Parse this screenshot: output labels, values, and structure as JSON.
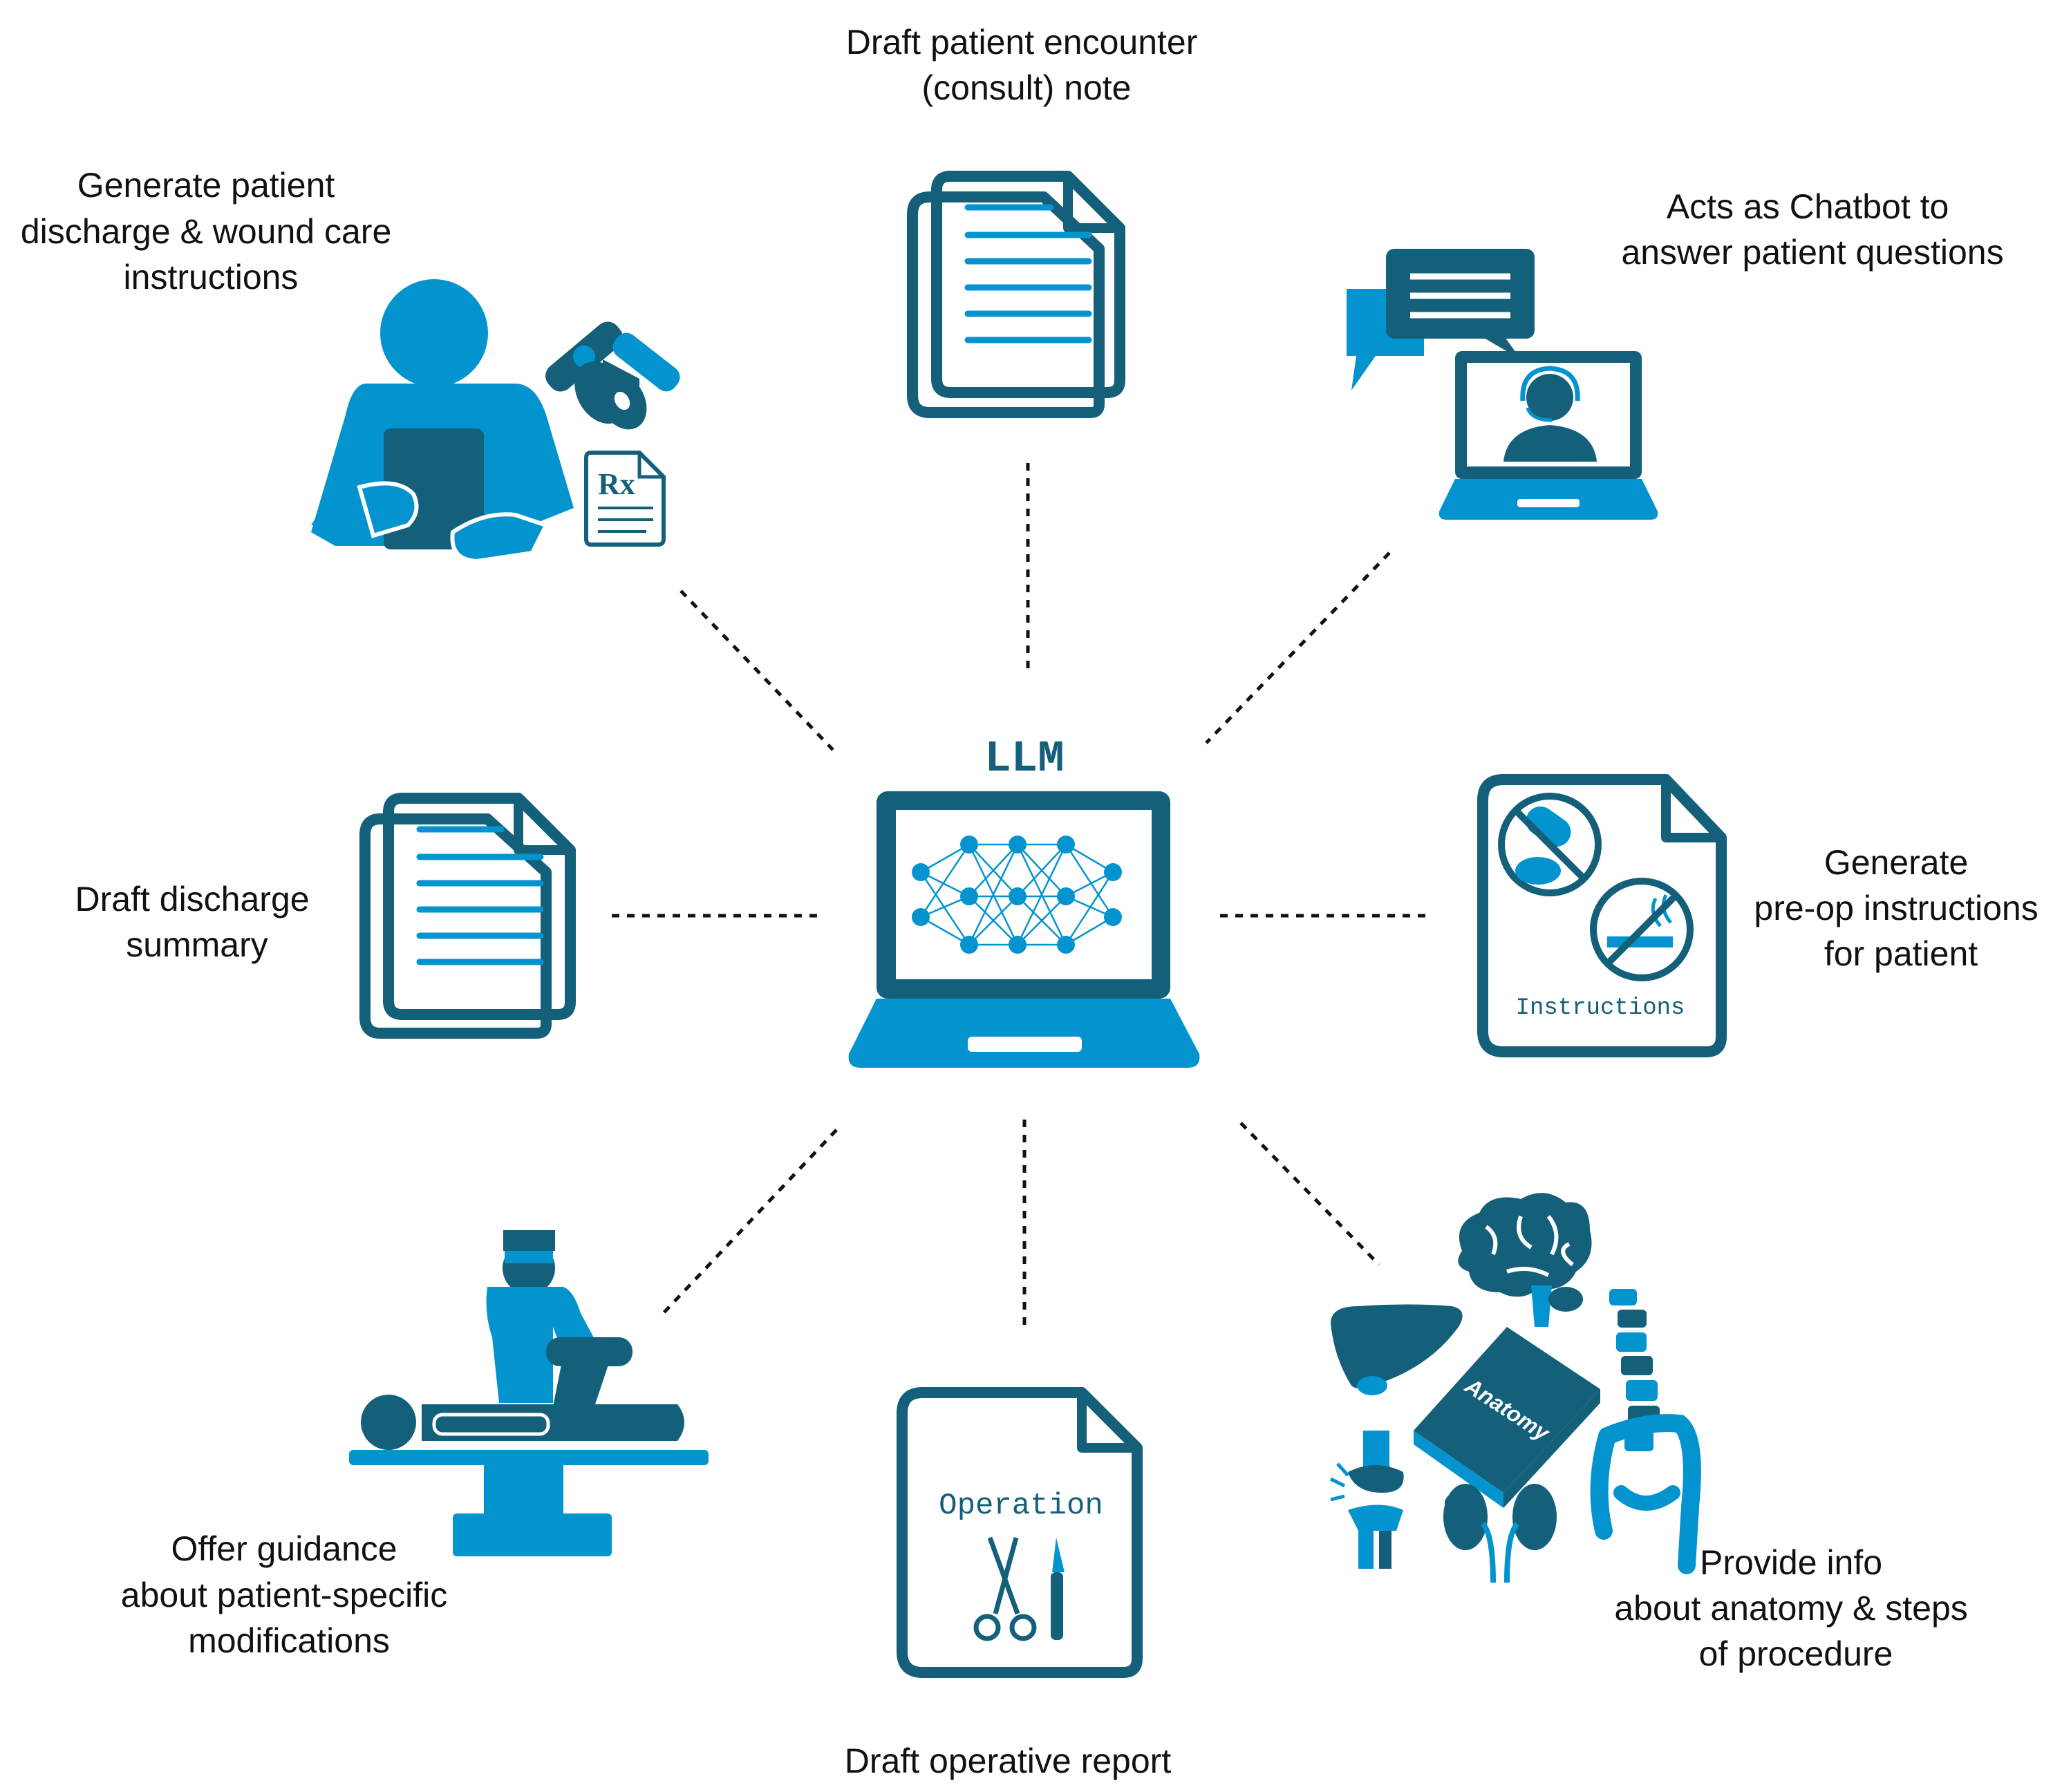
{
  "center": {
    "label": "LLM"
  },
  "tasks": {
    "consult_note": {
      "lines": [
        "Draft patient encounter",
        "(consult) note"
      ]
    },
    "discharge_wound": {
      "lines": [
        "Generate patient",
        "discharge & wound care",
        "instructions"
      ]
    },
    "chatbot": {
      "lines": [
        "Acts as Chatbot to",
        "answer patient questions"
      ]
    },
    "discharge_summary": {
      "lines": [
        "Draft discharge",
        "summary"
      ]
    },
    "preop": {
      "lines": [
        "Generate",
        "pre-op instructions",
        "for patient"
      ],
      "doc_label": "Instructions"
    },
    "guidance": {
      "lines": [
        "Offer guidance",
        "about patient-specific",
        "modifications"
      ]
    },
    "operative_report": {
      "lines": [
        "Draft operative report"
      ],
      "doc_label": "Operation"
    },
    "anatomy": {
      "lines": [
        "Provide info",
        "about anatomy & steps",
        "of procedure"
      ],
      "book_label": "Anatomy"
    }
  },
  "prescription_symbol": "Rx",
  "colors": {
    "light_blue": "#0394cf",
    "dark_teal": "#145f79",
    "text": "#111111",
    "background": "#ffffff"
  }
}
